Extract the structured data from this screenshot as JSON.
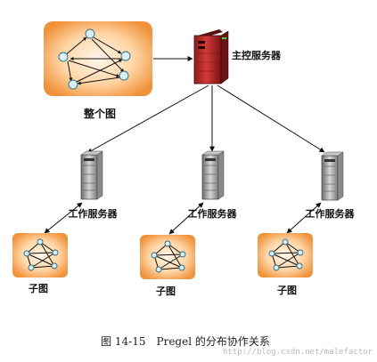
{
  "labels": {
    "whole_graph": "整个图",
    "master_server": "主控服务器",
    "worker_server": "工作服务器",
    "subgraph": "子图"
  },
  "caption": "图 14-15　Pregel 的分布协作关系",
  "watermark": "http://blog.csdn.net/malefactor",
  "colors": {
    "panel_light": "#ffe3c2",
    "panel_dark": "#f39a3c",
    "node_fill": "#d8f0f8",
    "server_red": "#c62828",
    "server_gray": "#9a9a9a",
    "line": "#111111"
  },
  "icons": {
    "master": "server-tower-icon",
    "worker": "server-tower-icon",
    "graph": "graph-nodes-icon"
  }
}
